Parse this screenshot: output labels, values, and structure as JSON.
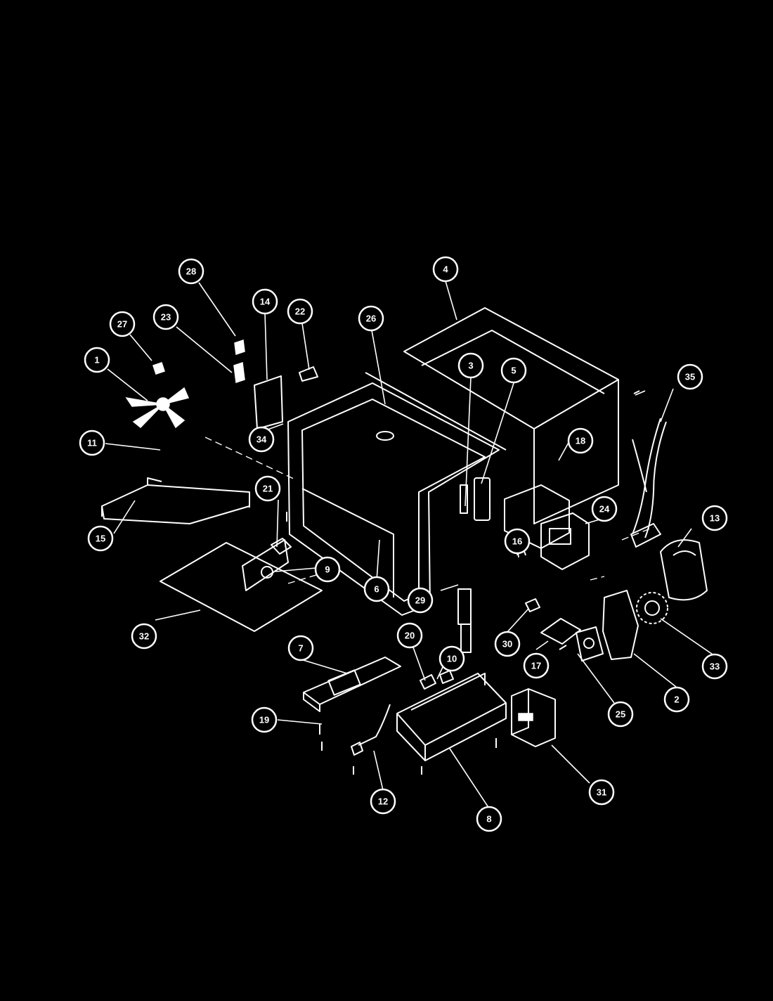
{
  "diagram": {
    "callouts": [
      "1",
      "2",
      "3",
      "4",
      "5",
      "6",
      "7",
      "8",
      "9",
      "10",
      "11",
      "12",
      "13",
      "14",
      "15",
      "16",
      "17",
      "18",
      "19",
      "20",
      "21",
      "22",
      "23",
      "24",
      "25",
      "26",
      "27",
      "28",
      "29",
      "30",
      "31",
      "32",
      "33",
      "34",
      "35"
    ],
    "parts": {
      "outer-case": "4",
      "cavity-frame": "6",
      "fan-blade": "1",
      "drip-tray": "15",
      "mounting-plate": "32",
      "blower-housing": "13",
      "blower-wheel": "33",
      "transformer": "31",
      "magnetron": "24",
      "base-plate": "8",
      "wire-harness": "35"
    }
  }
}
